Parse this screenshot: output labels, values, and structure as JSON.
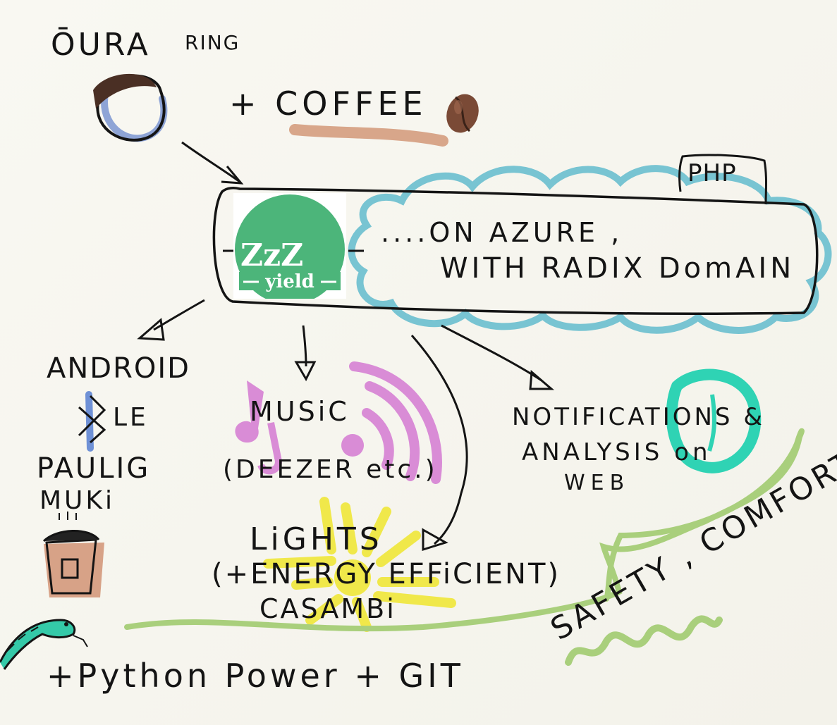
{
  "texts": {
    "title": "ŌURA",
    "ring": "RING",
    "coffee": "+ COFFEE",
    "azure": "....ON AZURE ,",
    "radix": "WITH RADIX DomAIN",
    "php": "PHP",
    "android": "ANDROID",
    "ble": "LE",
    "paulig": "PAULIG",
    "muki": "MUKi",
    "music": "MUSiC",
    "deezer": "(DEEZER etc.)",
    "lights": "LiGHTS",
    "energy": "(+ENERGY EFFiCIENT)",
    "casambi": "CASAMBi",
    "notifications": "NOTIFICATIONS &",
    "analysis": "ANALYSIS on",
    "web": "WEB",
    "safety": "SAFETY , COMFORT",
    "python": "+Python Power + GIT"
  },
  "logo": {
    "letters": "ZzZ",
    "word": "yield"
  },
  "colors": {
    "ink": "#141414",
    "cloud": "#78c4d2",
    "logo_green": "#4cb57a",
    "music_pink": "#d98cd6",
    "sun_yellow": "#f0e84a",
    "bubble_green": "#a9cf7c",
    "coffee_brush": "#d8a68a",
    "teal_ring": "#2fd3b4",
    "ble_blue": "#6f91d6",
    "cup_brown": "#d7a287",
    "bean": "#7a4a36",
    "hair": "#4a2f24",
    "snake": "#34c9a8"
  },
  "icons": [
    "oura-ring-icon",
    "coffee-bean-icon",
    "bluetooth-icon",
    "music-note-icon",
    "wifi-waves-icon",
    "sun-icon",
    "coffee-cup-icon",
    "snake-icon",
    "cloud-icon",
    "web-ring-icon"
  ]
}
